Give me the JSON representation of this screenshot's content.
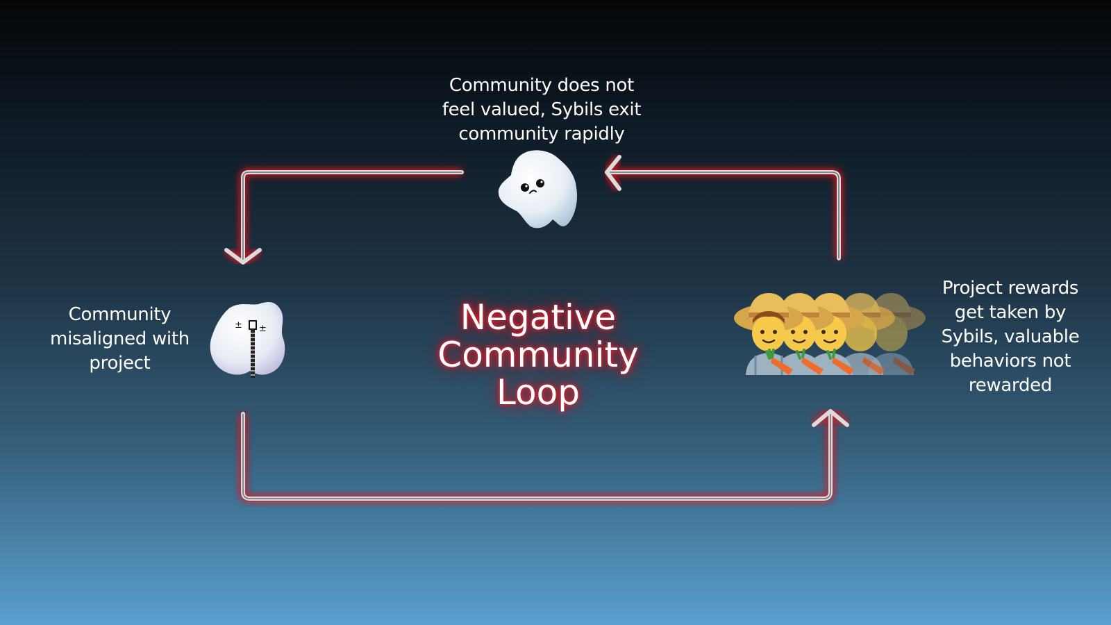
{
  "diagram": {
    "title": "Negative\nCommunity\nLoop",
    "nodes": {
      "top": {
        "text": "Community does not\nfeel valued, Sybils exit\ncommunity rapidly",
        "icon": "sad-ghost-icon"
      },
      "left": {
        "text": "Community\nmisaligned with\nproject",
        "icon": "zipped-mouth-ghost-icon"
      },
      "right": {
        "text": "Project rewards\nget taken by\nSybils, valuable\nbehaviors not\nrewarded",
        "icon": "farmer-emoji-row-icon"
      }
    },
    "colors": {
      "glow": "#e0141e",
      "arrow": "#e6e6e6",
      "background_top": "#050608",
      "background_bottom": "#5aa0cf"
    }
  }
}
